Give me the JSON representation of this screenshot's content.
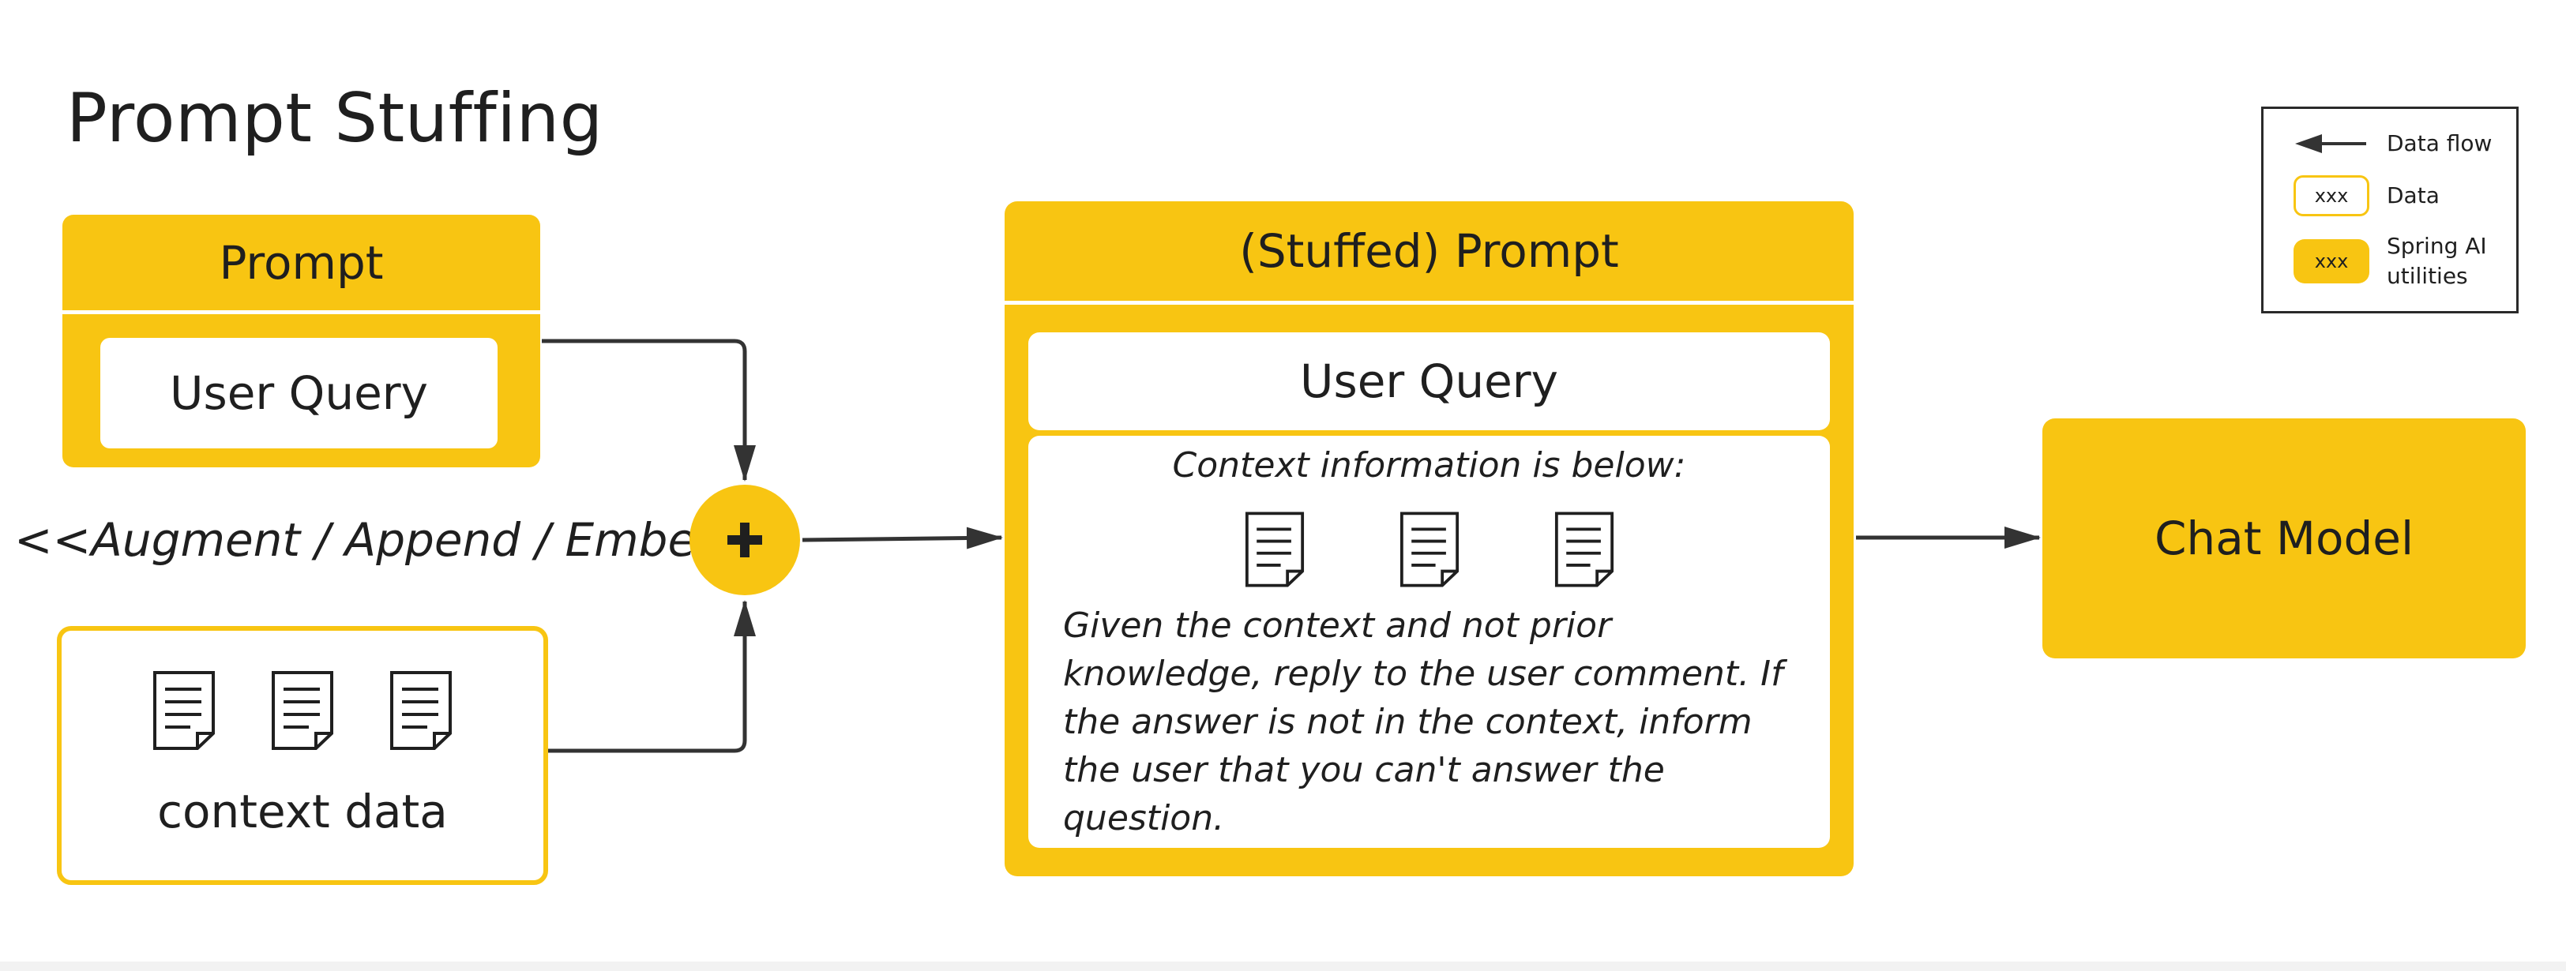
{
  "title": "Prompt Stuffing",
  "prompt_box": {
    "header": "Prompt",
    "user_query": "User Query"
  },
  "context_box": {
    "label": "context data",
    "doc_icons": [
      "document-icon",
      "document-icon",
      "document-icon"
    ]
  },
  "augment_label": "<<Augment / Append / Embed>>",
  "plus_symbol": "+",
  "stuffed_prompt": {
    "header": "(Stuffed) Prompt",
    "user_query": "User Query",
    "context_title": "Context information is below:",
    "instruction": "Given the context and not prior knowledge, reply to the user comment. If the answer is not in the context, inform the user that you can't answer the question."
  },
  "chat_model": "Chat Model",
  "legend": {
    "data_flow": "Data flow",
    "data_swatch": "xxx",
    "data": "Data",
    "util_swatch": "xxx",
    "spring_ai": "Spring AI utilities"
  },
  "colors": {
    "accent": "#f8c512",
    "line": "#333333"
  }
}
